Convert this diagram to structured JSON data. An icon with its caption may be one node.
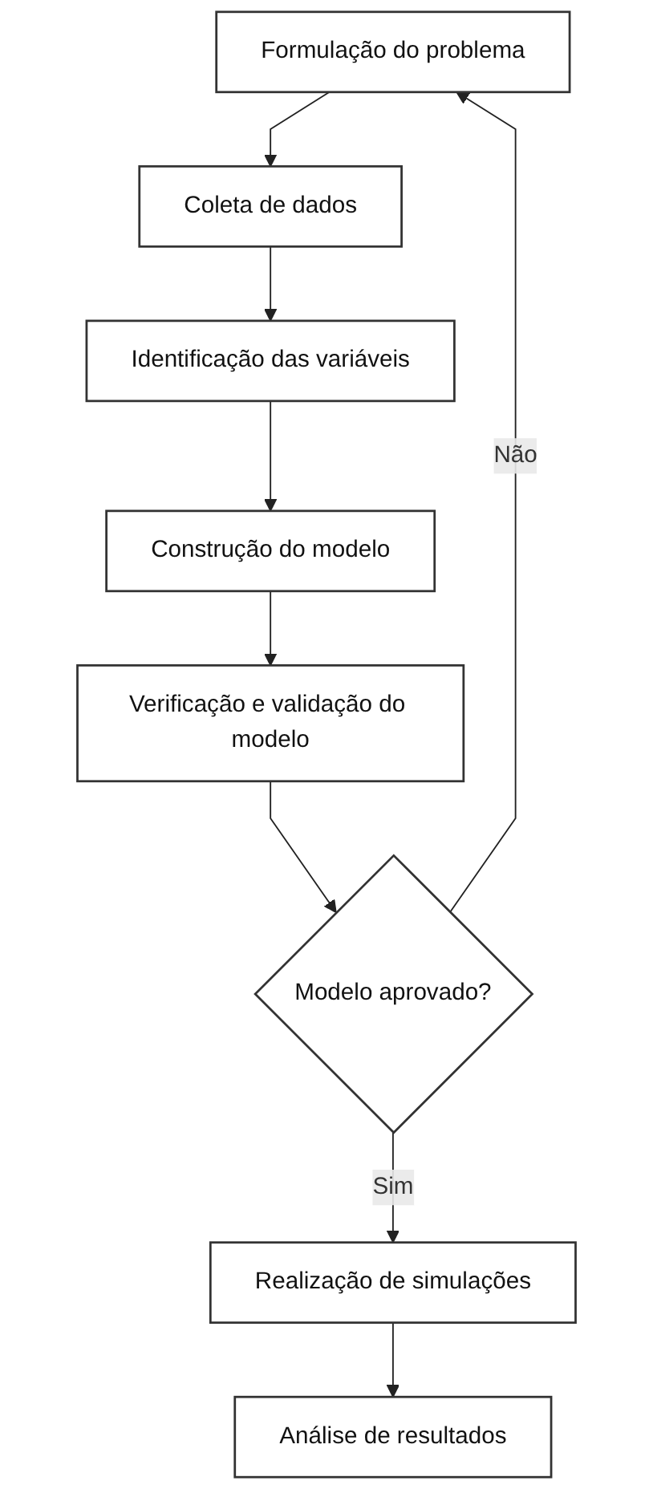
{
  "diagram": {
    "nodes": [
      {
        "text": [
          "Formulação do problema"
        ]
      },
      {
        "text": [
          "Coleta de dados"
        ]
      },
      {
        "text": [
          "Identificação das variáveis"
        ]
      },
      {
        "text": [
          "Construção do modelo"
        ]
      },
      {
        "text": [
          "Verificação e validação do modelo"
        ]
      },
      {
        "text": [
          "Modelo aprovado?"
        ]
      },
      {
        "text": [
          "Realização de simulações"
        ]
      },
      {
        "text": [
          "Análise de resultados"
        ]
      }
    ],
    "edges": [
      {
        "from": 0,
        "to": 1,
        "arrow": "to"
      },
      {
        "from": 1,
        "to": 2,
        "arrow": "to"
      },
      {
        "from": 2,
        "to": 3,
        "arrow": "to"
      },
      {
        "from": 3,
        "to": 4,
        "arrow": "to"
      },
      {
        "from": 4,
        "to": 5,
        "arrow": "to"
      },
      {
        "from": 5,
        "to": 6,
        "label": "Sim",
        "arrow": "to"
      },
      {
        "from": 5,
        "to": 0,
        "label": "Não",
        "arrow": "to"
      },
      {
        "from": 6,
        "to": 7,
        "arrow": "to"
      }
    ]
  }
}
